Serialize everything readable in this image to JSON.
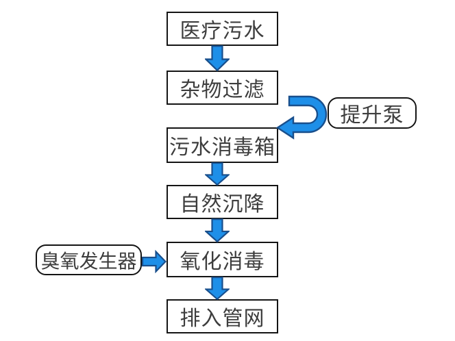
{
  "flowchart": {
    "nodes": [
      {
        "id": "medical-wastewater",
        "label": "医疗污水",
        "shape": "rect"
      },
      {
        "id": "debris-filtering",
        "label": "杂物过滤",
        "shape": "rect"
      },
      {
        "id": "sewage-disinfection-tank",
        "label": "污水消毒箱",
        "shape": "rect"
      },
      {
        "id": "natural-sedimentation",
        "label": "自然沉降",
        "shape": "rect"
      },
      {
        "id": "oxidation-disinfection",
        "label": "氧化消毒",
        "shape": "rect"
      },
      {
        "id": "discharge-to-pipe-network",
        "label": "排入管网",
        "shape": "rect"
      },
      {
        "id": "lift-pump",
        "label": "提升泵",
        "shape": "rounded"
      },
      {
        "id": "ozone-generator",
        "label": "臭氧发生器",
        "shape": "rounded"
      }
    ],
    "edges": [
      {
        "from": "medical-wastewater",
        "to": "debris-filtering",
        "style": "block-arrow-down"
      },
      {
        "from": "debris-filtering",
        "to": "sewage-disinfection-tank",
        "style": "block-arrow-u-turn",
        "via": "lift-pump"
      },
      {
        "from": "sewage-disinfection-tank",
        "to": "natural-sedimentation",
        "style": "block-arrow-down"
      },
      {
        "from": "natural-sedimentation",
        "to": "oxidation-disinfection",
        "style": "block-arrow-down"
      },
      {
        "from": "oxidation-disinfection",
        "to": "discharge-to-pipe-network",
        "style": "block-arrow-down"
      },
      {
        "from": "ozone-generator",
        "to": "oxidation-disinfection",
        "style": "block-arrow-right"
      }
    ],
    "colors": {
      "arrow_fill": "#1e8fe8",
      "arrow_stroke": "#194f8c",
      "box_border": "#141414",
      "box_fill": "#ffffff",
      "text": "#3d3d3d",
      "background": "#ffffff"
    }
  }
}
